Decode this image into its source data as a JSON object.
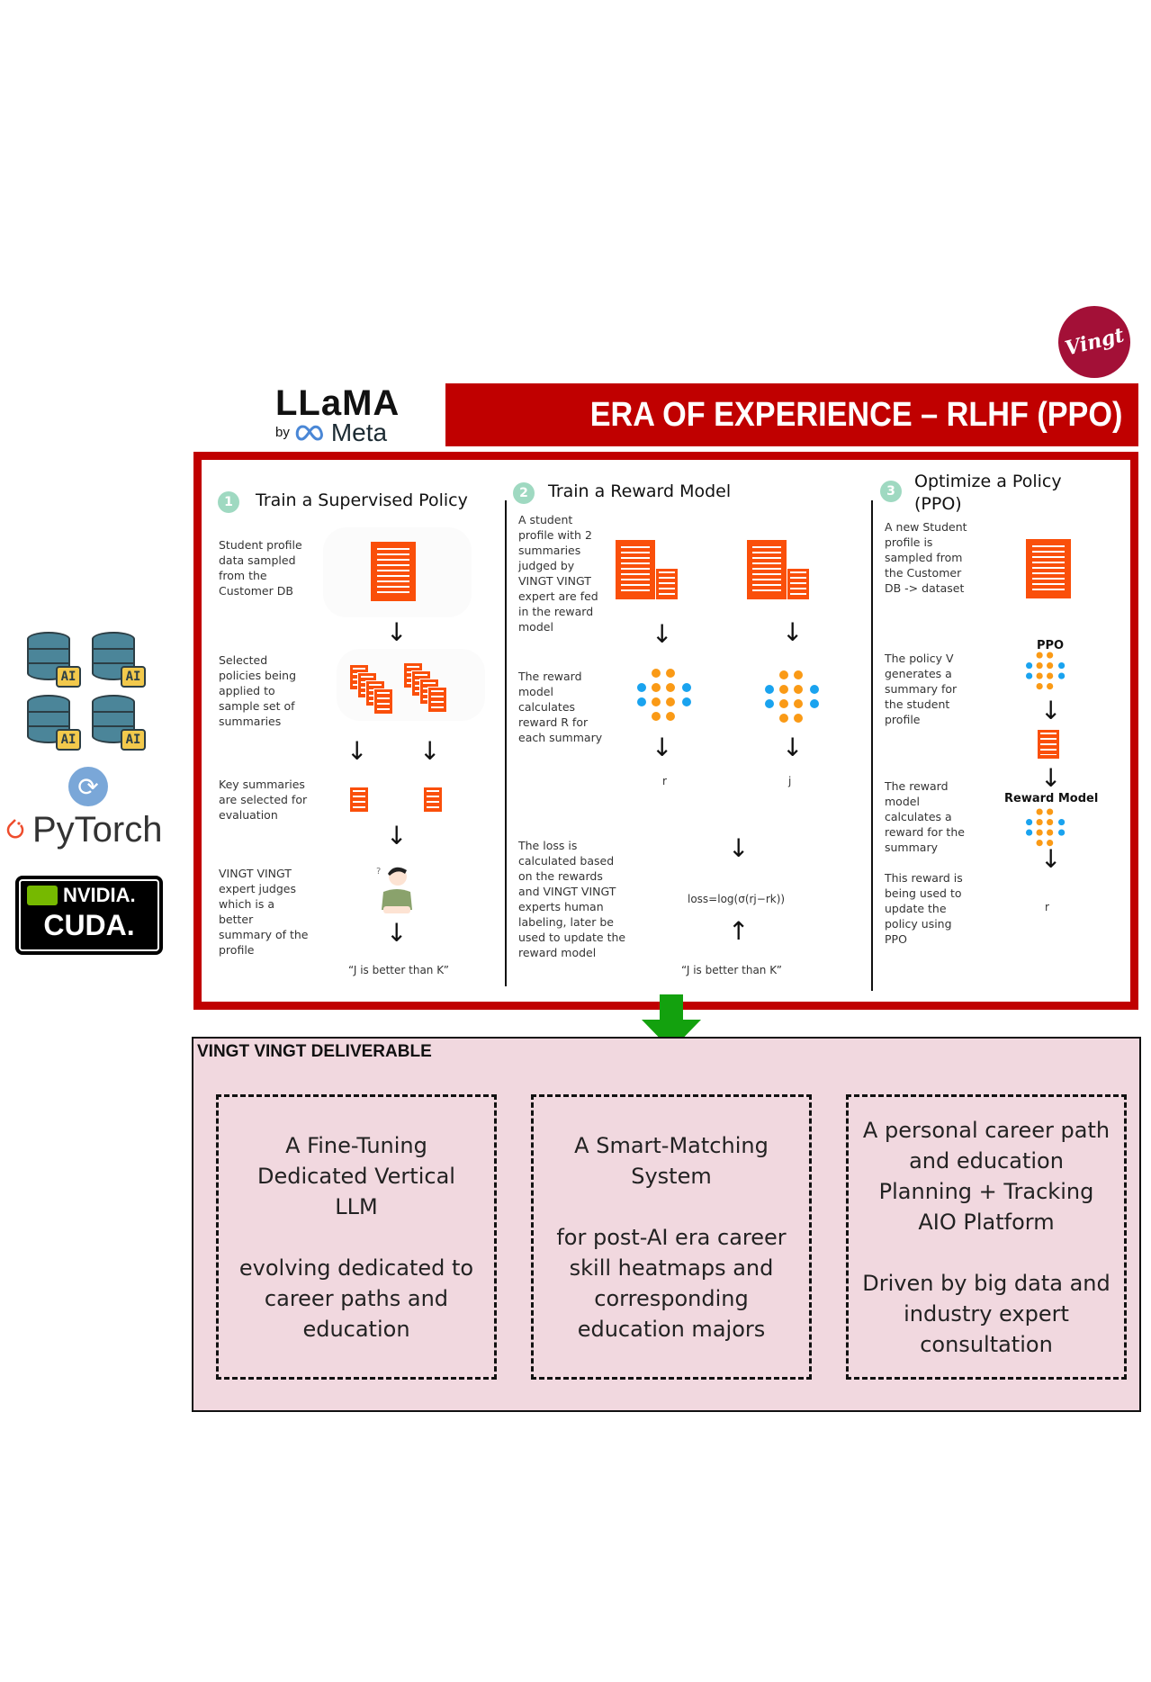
{
  "header": {
    "brand_logo_text": "Vingt",
    "llama_logo": {
      "name": "LLaMA",
      "by": "by",
      "company": "Meta"
    },
    "title": "ERA OF EXPERIENCE – RLHF (PPO)"
  },
  "left_logos": {
    "db_badge": "AI",
    "pytorch": "PyTorch",
    "nvidia": "NVIDIA.",
    "cuda": "CUDA."
  },
  "steps": [
    {
      "number": "1",
      "title": "Train a Supervised Policy",
      "rows": [
        {
          "text": "Student profile data sampled from the Customer DB"
        },
        {
          "text": "Selected policies being applied to sample set of summaries"
        },
        {
          "text": "Key summaries are selected for evaluation"
        },
        {
          "text": "VINGT VINGT expert judges which is a better summary of the profile"
        }
      ],
      "output_label": "“J is better than K”"
    },
    {
      "number": "2",
      "title": "Train a Reward Model",
      "rows": [
        {
          "text": "A student profile with 2 summaries judged by VINGT VINGT expert are fed in the reward model"
        },
        {
          "text": "The reward model calculates reward R for each summary"
        },
        {
          "text": "The loss is calculated based on the rewards and VINGT VINGT experts human labeling, later be used to update the reward model"
        }
      ],
      "reward_left": "r",
      "reward_right": "j",
      "loss_formula": "loss=log(σ(rj−rk))",
      "output_label": "“J is better than K”"
    },
    {
      "number": "3",
      "title": "Optimize a Policy (PPO)",
      "rows": [
        {
          "text": "A new Student profile is sampled from the Customer DB -> dataset"
        },
        {
          "text": "The policy V generates a summary for the student profile"
        },
        {
          "text": "The reward model calculates a reward for the summary"
        },
        {
          "text": "This reward is being used to update the policy using PPO"
        }
      ],
      "ppo_label": "PPO",
      "reward_model_label": "Reward Model",
      "reward_value": "r"
    }
  ],
  "deliverable": {
    "title": "VINGT VINGT DELIVERABLE",
    "cards": [
      {
        "text": "A Fine-Tuning\nDedicated Vertical\nLLM\n\nevolving dedicated to\ncareer paths and\neducation"
      },
      {
        "text": "A Smart-Matching\nSystem\n\nfor post-AI era career\nskill heatmaps and\ncorresponding\neducation majors"
      },
      {
        "text": "A personal career path\nand education\nPlanning + Tracking\nAIO Platform\n\nDriven by big data and\nindustry expert\nconsultation"
      }
    ]
  },
  "colors": {
    "brand_red": "#c00000",
    "vingt_red": "#a31037",
    "doc_orange": "#fa4f0a",
    "node_orange": "#fa9a16",
    "node_blue": "#1aa3ef",
    "step_badge": "#9fd9c1",
    "deliverable_bg": "#f1d8df",
    "arrow_green": "#13a10e",
    "nvidia_green": "#76b900"
  }
}
